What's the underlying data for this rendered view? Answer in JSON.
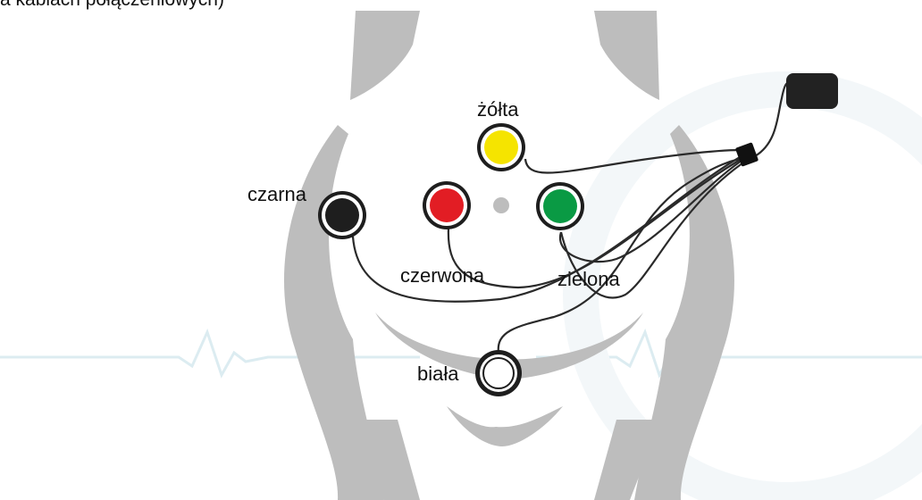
{
  "caption": "a kablach połączeniowych)",
  "colors": {
    "background": "#ffffff",
    "body_outline": "#bdbdbd",
    "ecg_trace": "#dcecf1",
    "cable": "#2a2a2a",
    "device": "#222222"
  },
  "electrodes": [
    {
      "id": "yellow",
      "label": "żółta",
      "color": "#f5e400"
    },
    {
      "id": "black",
      "label": "czarna",
      "color": "#1e1e1e"
    },
    {
      "id": "red",
      "label": "czerwona",
      "color": "#e21d24"
    },
    {
      "id": "green",
      "label": "zielona",
      "color": "#0a9a44"
    },
    {
      "id": "white",
      "label": "biała",
      "color": "#ffffff"
    }
  ]
}
